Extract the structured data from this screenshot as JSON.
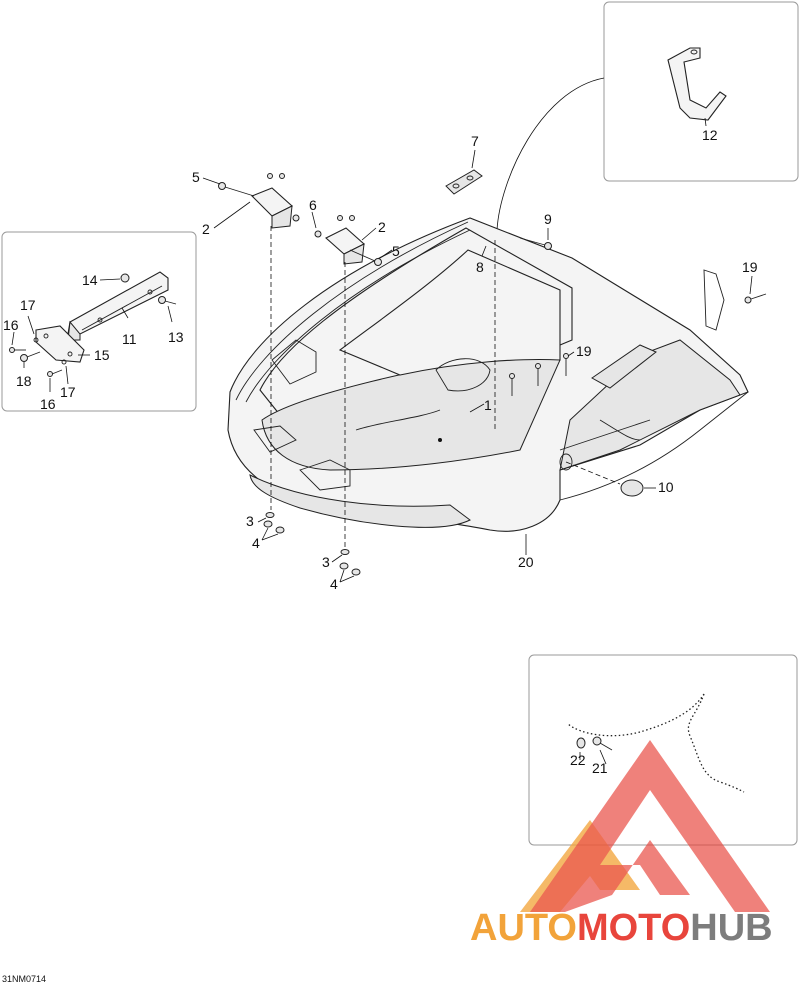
{
  "drawing_code": "31NM0714",
  "callouts": {
    "c1": "1",
    "c2a": "2",
    "c2b": "2",
    "c3a": "3",
    "c3b": "3",
    "c4a": "4",
    "c4b": "4",
    "c5a": "5",
    "c5b": "5",
    "c6": "6",
    "c7": "7",
    "c8": "8",
    "c9": "9",
    "c10": "10",
    "c11": "11",
    "c12": "12",
    "c13": "13",
    "c14": "14",
    "c15": "15",
    "c16a": "16",
    "c16b": "16",
    "c17a": "17",
    "c17b": "17",
    "c18": "18",
    "c19a": "19",
    "c19b": "19",
    "c20": "20",
    "c21": "21",
    "c22": "22"
  },
  "watermark": {
    "part1": "AUTO",
    "part2": "MOTO",
    "part3": "HUB",
    "color_orange": "#f2a33a",
    "color_red": "#e8453c",
    "color_gray": "#7d7d7d"
  }
}
